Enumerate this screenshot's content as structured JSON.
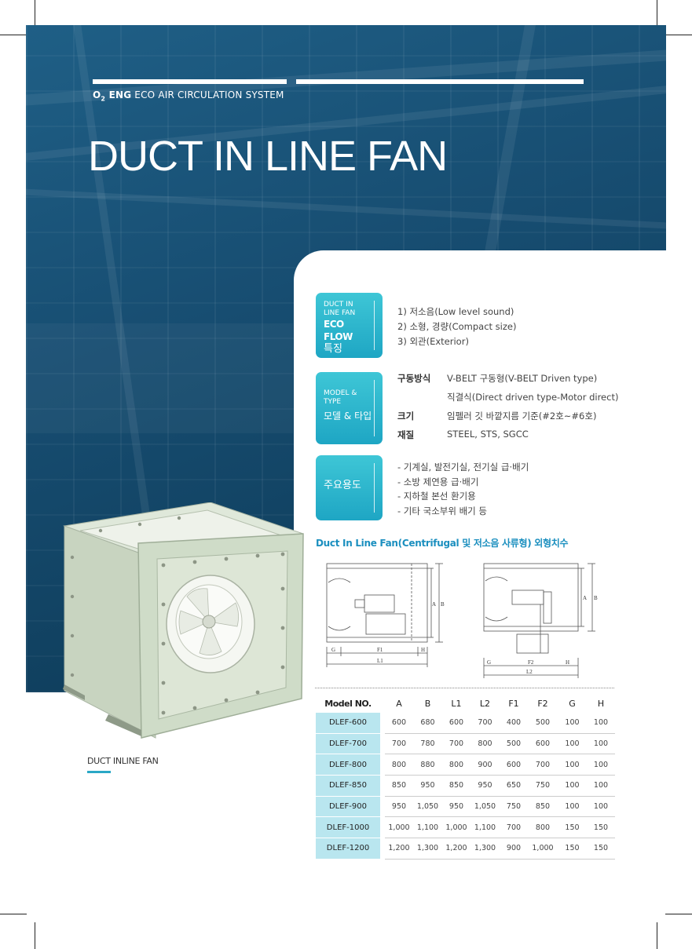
{
  "header": {
    "brand_logo": "O",
    "brand_sub": "2",
    "brand_eng": "ENG",
    "brand_tagline": "ECO AIR CIRCULATION SYSTEM",
    "title": "DUCT IN LINE FAN"
  },
  "features": {
    "badge_line1": "DUCT IN",
    "badge_line2": "LINE FAN",
    "badge_line3": "ECO FLOW",
    "badge_line4": "특징",
    "items": [
      "1) 저소음(Low level sound)",
      "2) 소형, 경량(Compact size)",
      "3) 외관(Exterior)"
    ]
  },
  "model_type": {
    "badge_line1": "MODEL &",
    "badge_line2": "TYPE",
    "badge_line3": "모델 & 타입",
    "drive_key": "구동방식",
    "drive_val1": "V-BELT 구동형(V-BELT Driven type)",
    "drive_val2": "직결식(Direct driven type-Motor direct)",
    "size_key": "크기",
    "size_val": "임펠러 깃 바깥지름 기준(#2호~#6호)",
    "material_key": "재질",
    "material_val": "STEEL, STS, SGCC"
  },
  "uses": {
    "badge": "주요용도",
    "items": [
      "- 기계실, 발전기실, 전기실 급·배기",
      "- 소방 제연용 급·배기",
      "- 지하철 본선 환기용",
      "- 기타 국소부위 배기 등"
    ]
  },
  "dimensions": {
    "title": "Duct In Line Fan(Centrifugal 및 저소음 사류형) 외형치수",
    "drawing1_labels": [
      "G",
      "F1",
      "H",
      "L1",
      "A",
      "B"
    ],
    "drawing2_labels": [
      "G",
      "F2",
      "H",
      "L2",
      "A",
      "B"
    ]
  },
  "table": {
    "headers": [
      "Model NO.",
      "A",
      "B",
      "L1",
      "L2",
      "F1",
      "F2",
      "G",
      "H"
    ],
    "rows": [
      [
        "DLEF-600",
        "600",
        "680",
        "600",
        "700",
        "400",
        "500",
        "100",
        "100"
      ],
      [
        "DLEF-700",
        "700",
        "780",
        "700",
        "800",
        "500",
        "600",
        "100",
        "100"
      ],
      [
        "DLEF-800",
        "800",
        "880",
        "800",
        "900",
        "600",
        "700",
        "100",
        "100"
      ],
      [
        "DLEF-850",
        "850",
        "950",
        "850",
        "950",
        "650",
        "750",
        "100",
        "100"
      ],
      [
        "DLEF-900",
        "950",
        "1,050",
        "950",
        "1,050",
        "750",
        "850",
        "100",
        "100"
      ],
      [
        "DLEF-1000",
        "1,000",
        "1,100",
        "1,000",
        "1,100",
        "700",
        "800",
        "150",
        "150"
      ],
      [
        "DLEF-1200",
        "1,200",
        "1,300",
        "1,200",
        "1,300",
        "900",
        "1,000",
        "150",
        "150"
      ]
    ]
  },
  "photo_caption": "DUCT INLINE FAN",
  "colors": {
    "hero_blue": "#174d71",
    "accent_cyan": "#2aa8c6",
    "table_name_bg": "#b9e6ef",
    "dim_title": "#1b8fbf"
  }
}
